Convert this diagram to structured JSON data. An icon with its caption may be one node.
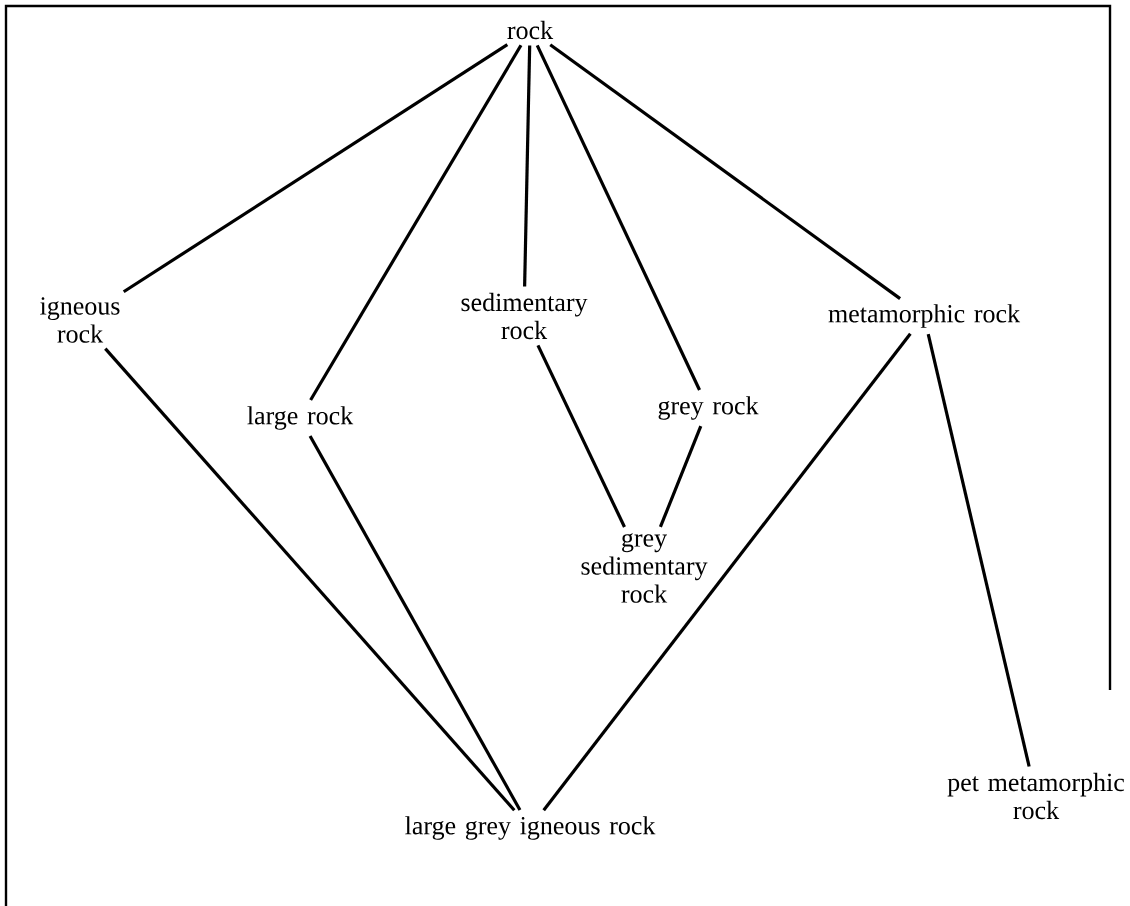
{
  "diagram": {
    "nodes": [
      {
        "text": [
          "rock"
        ]
      },
      {
        "text": [
          "igneous rock"
        ]
      },
      {
        "text": [
          "large rock"
        ]
      },
      {
        "text": [
          "sedimentary rock"
        ]
      },
      {
        "text": [
          "grey rock"
        ]
      },
      {
        "text": [
          "metamorphic rock"
        ]
      },
      {
        "text": [
          "grey sedimentary rock"
        ]
      },
      {
        "text": [
          "large grey igneous rock"
        ]
      },
      {
        "text": [
          "pet metamorphic rock"
        ]
      }
    ],
    "edges": [
      {
        "from": 0,
        "to": 1,
        "arrow": "none"
      },
      {
        "from": 0,
        "to": 2,
        "arrow": "none"
      },
      {
        "from": 0,
        "to": 3,
        "arrow": "none"
      },
      {
        "from": 0,
        "to": 4,
        "arrow": "none"
      },
      {
        "from": 0,
        "to": 5,
        "arrow": "none"
      },
      {
        "from": 3,
        "to": 6,
        "arrow": "none"
      },
      {
        "from": 4,
        "to": 6,
        "arrow": "none"
      },
      {
        "from": 1,
        "to": 7,
        "arrow": "none"
      },
      {
        "from": 2,
        "to": 7,
        "arrow": "none"
      },
      {
        "from": 5,
        "to": 7,
        "arrow": "none"
      },
      {
        "from": 5,
        "to": 8,
        "arrow": "none"
      }
    ]
  }
}
